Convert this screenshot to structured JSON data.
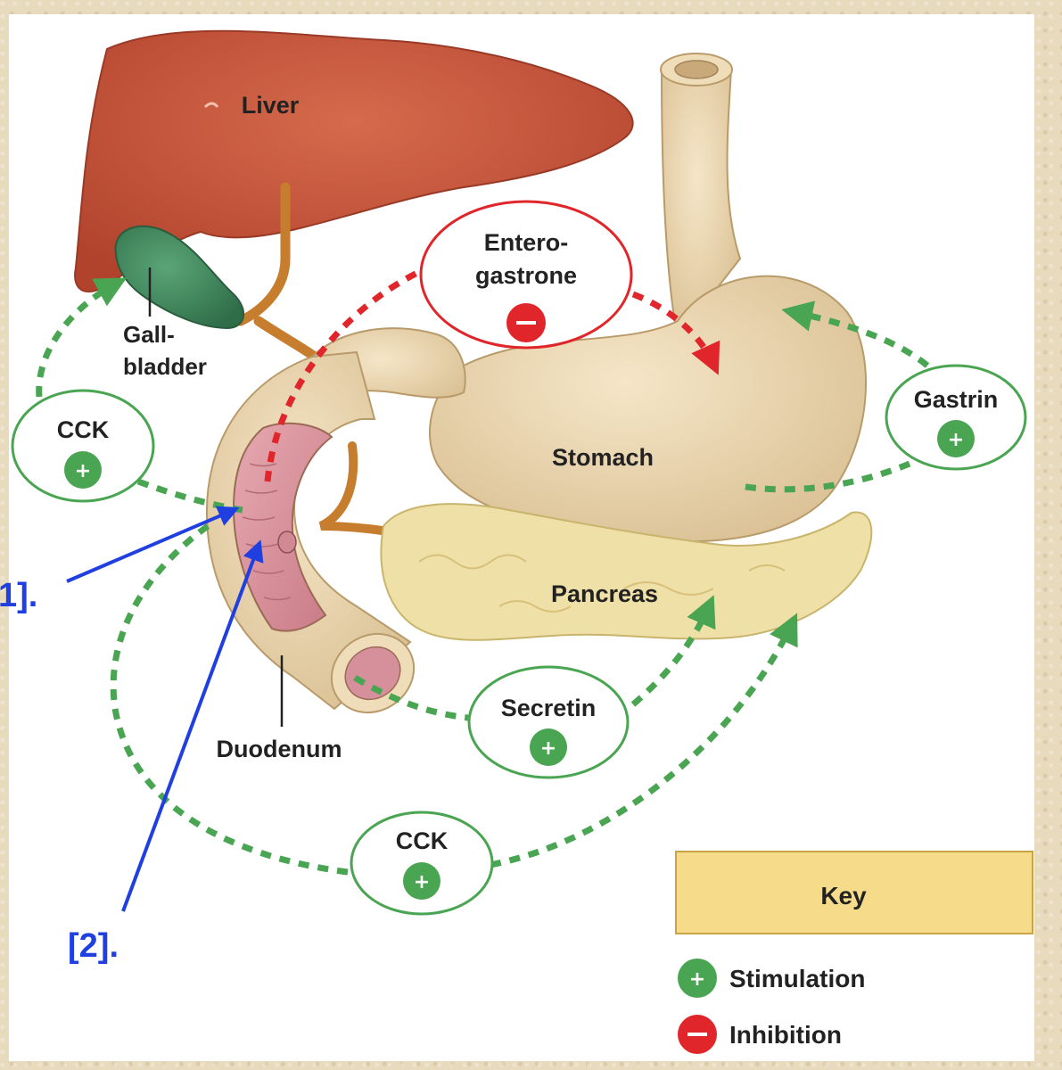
{
  "organs": {
    "liver": "Liver",
    "gallbladder_line1": "Gall-",
    "gallbladder_line2": "bladder",
    "stomach": "Stomach",
    "pancreas": "Pancreas",
    "duodenum": "Duodenum"
  },
  "hormones": {
    "enterogastrone_line1": "Entero-",
    "enterogastrone_line2": "gastrone",
    "gastrin": "Gastrin",
    "cck_upper": "CCK",
    "cck_lower": "CCK",
    "secretin": "Secretin"
  },
  "signs": {
    "plus": "+",
    "minus": "−"
  },
  "markers": {
    "one": "1].",
    "two": "[2]."
  },
  "key": {
    "title": "Key",
    "stimulation": "Stimulation",
    "inhibition": "Inhibition"
  },
  "colors": {
    "stimulation": "#4aa552",
    "inhibition": "#e0262b",
    "marker": "#1f3fe0",
    "liver": "#c8553a",
    "gallbladder": "#3f8a5e",
    "stomach": "#ecd8b4",
    "pancreas": "#efe0a8",
    "key_box": "#f6dc8a"
  }
}
